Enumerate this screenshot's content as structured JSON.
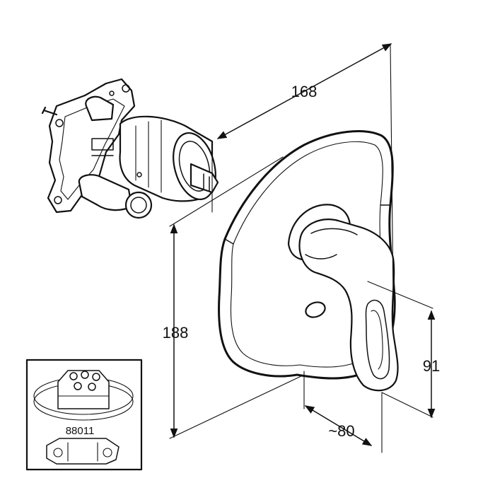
{
  "dimensions": {
    "width_top": "168",
    "height_left": "188",
    "handle_height": "91",
    "handle_depth": "~80"
  },
  "inset": {
    "part_number": "88011"
  }
}
